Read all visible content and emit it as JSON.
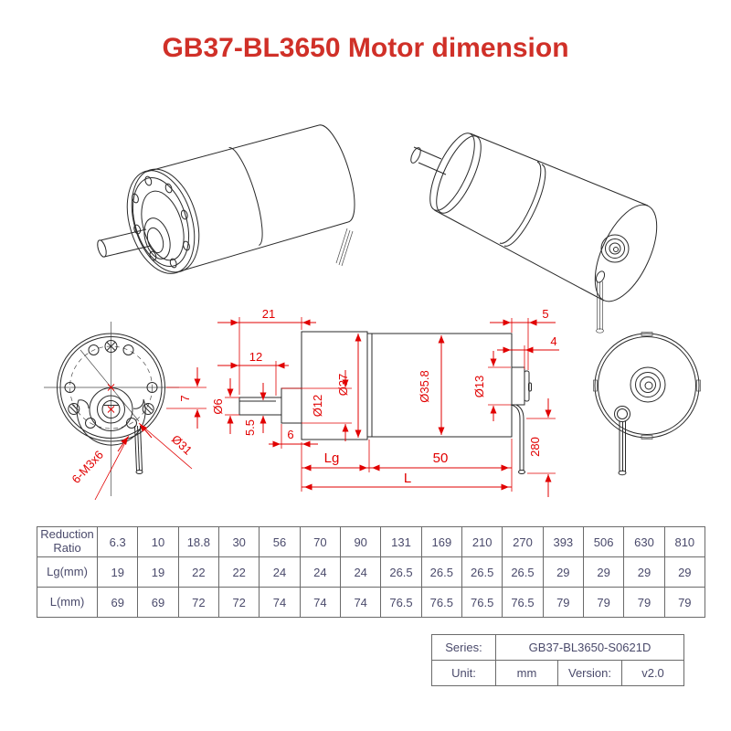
{
  "title": "GB37-BL3650 Motor dimension",
  "colors": {
    "title_red": "#d03028",
    "dimension_red": "#e10000",
    "line_black": "#2a2a2a",
    "table_text": "#4a4a6b",
    "table_border": "#6a6a6a"
  },
  "dims": {
    "shaft_total_len": "21",
    "shaft_flat_len": "12",
    "shaft_dia": "Ø6",
    "shaft_flat_height": "5.5",
    "front_boss_len": "6",
    "front_boss_dia": "Ø12",
    "gearbox_dia": "Ø37",
    "shaft_offset": "7",
    "bolt_circle_dia": "Ø31",
    "mounting_holes": "6-M3x6",
    "motor_body_dia": "Ø35.8",
    "rear_boss_dia": "Ø13",
    "rear_total_len": "5",
    "rear_boss_len": "4",
    "wire_len": "280",
    "gearbox_len": "Lg",
    "motor_body_len": "50",
    "total_len": "L"
  },
  "ratio_table": {
    "rows": [
      {
        "label": "Reduction Ratio",
        "values": [
          "6.3",
          "10",
          "18.8",
          "30",
          "56",
          "70",
          "90",
          "131",
          "169",
          "210",
          "270",
          "393",
          "506",
          "630",
          "810"
        ]
      },
      {
        "label": "Lg(mm)",
        "values": [
          "19",
          "19",
          "22",
          "22",
          "24",
          "24",
          "24",
          "26.5",
          "26.5",
          "26.5",
          "26.5",
          "29",
          "29",
          "29",
          "29"
        ]
      },
      {
        "label": "L(mm)",
        "values": [
          "69",
          "69",
          "72",
          "72",
          "74",
          "74",
          "74",
          "76.5",
          "76.5",
          "76.5",
          "76.5",
          "79",
          "79",
          "79",
          "79"
        ]
      }
    ]
  },
  "info_table": {
    "series_label": "Series:",
    "series_value": "GB37-BL3650-S0621D",
    "unit_label": "Unit:",
    "unit_value": "mm",
    "version_label": "Version:",
    "version_value": "v2.0"
  }
}
